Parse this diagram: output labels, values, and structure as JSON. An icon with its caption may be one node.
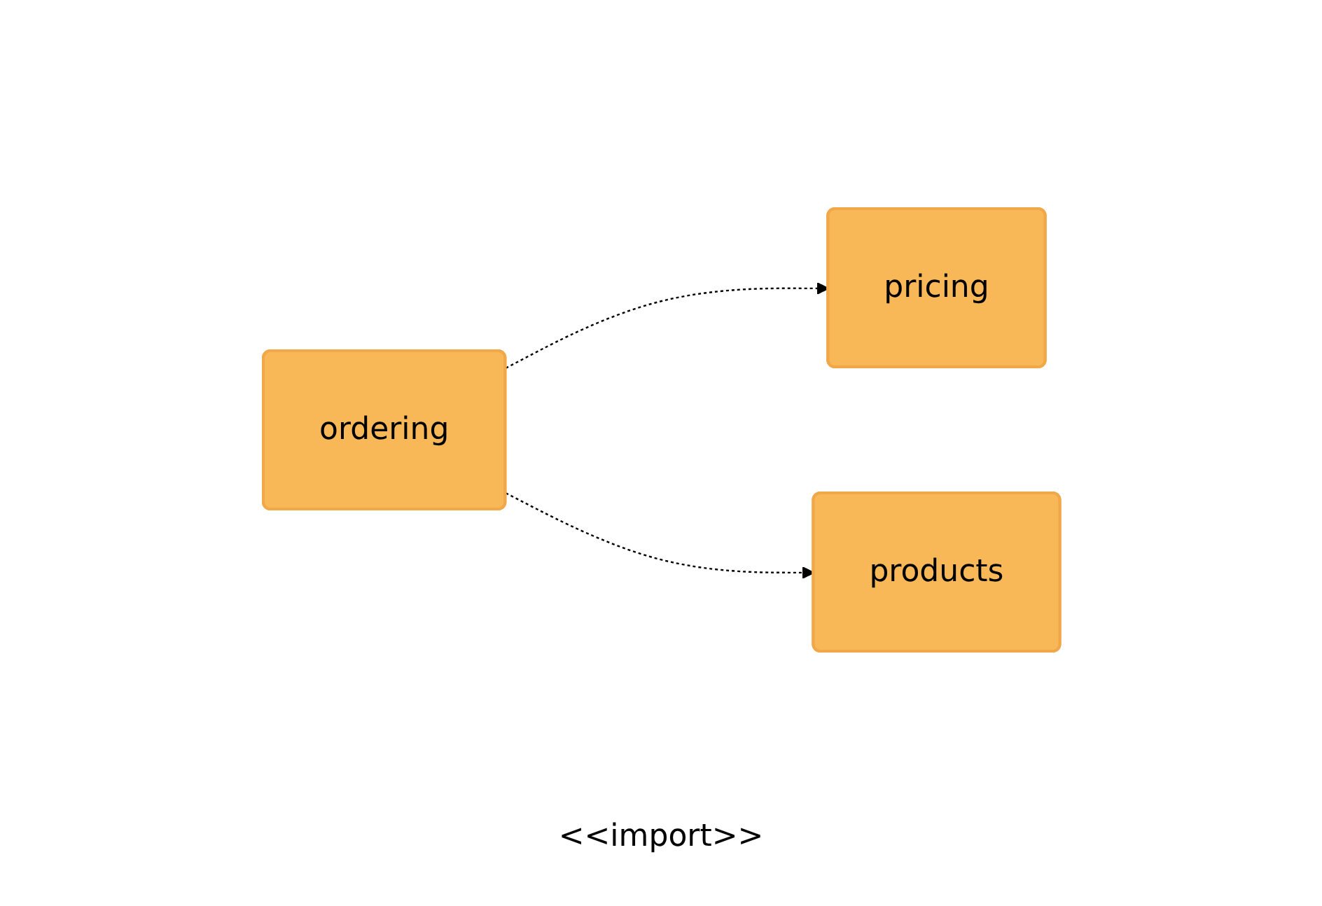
{
  "diagram": {
    "nodes": [
      {
        "text": [
          "ordering"
        ]
      },
      {
        "text": [
          "pricing"
        ]
      },
      {
        "text": [
          "products"
        ]
      }
    ],
    "edges": [
      {
        "from": 0,
        "to": 1,
        "arrow": "to",
        "style": "dashed"
      },
      {
        "from": 0,
        "to": 2,
        "arrow": "to",
        "style": "dashed"
      }
    ],
    "labels": [
      "<<import>>"
    ]
  }
}
